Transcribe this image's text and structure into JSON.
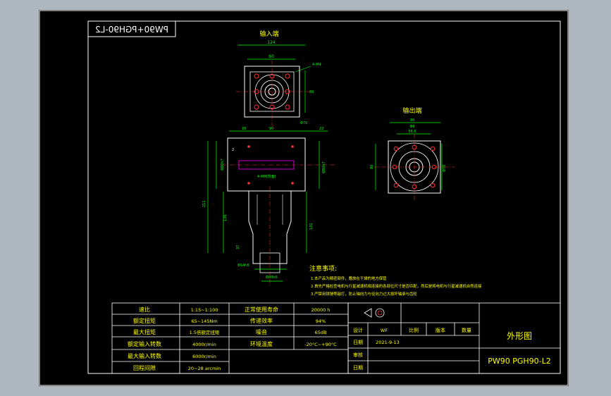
{
  "drawing": {
    "title_mirrored": "PW90+PGH90-L2",
    "view_input_label": "输入端",
    "view_output_label": "输出端",
    "dims": {
      "top_width": "124",
      "top_inner": "60",
      "holes": "4-M4",
      "side_80": "80",
      "pcd": "Φ70",
      "side_16": "16",
      "side_90": "90",
      "side_22": "22",
      "left_211": "211",
      "left_bore": "Φ80h7",
      "right_bore": "Φ80h7",
      "shaft_key": "4-M8(背面)",
      "h2": "2",
      "out_90": "90",
      "out_80": "80",
      "out_inner": "Φ8",
      "out_56": "56.6",
      "out_70": "Φ70",
      "l_136": "136",
      "l_37": "37",
      "bottom_d1": "Φ14h6",
      "bottom_d2": "Φ80h6",
      "r_131": "131"
    }
  },
  "notes": {
    "title": "注意事项:",
    "items": [
      "1.本产品为精密部件，應放在干燥的地方保管",
      "2.首先严格检查电机与行星减速机相连接的各部位尺寸是否匹配，然后是将电机与行星减速机自然连接",
      "3.严禁用铁锤等敲打，防止轴向力与径向力过大损坏轴承与齿轮"
    ]
  },
  "specs": {
    "rows": [
      [
        "速比",
        "1:15~1:100",
        "正常使用寿命",
        "20000 h"
      ],
      [
        "额定扭矩",
        "65~145Nm",
        "传递效率",
        "94%"
      ],
      [
        "最大扭矩",
        "1.5倍额定扭矩",
        "噪音",
        "65dB"
      ],
      [
        "额定输入转数",
        "4000r/min",
        "环境温度",
        "-20°C~+90°C"
      ],
      [
        "最大输入转数",
        "6000r/min",
        "",
        ""
      ],
      [
        "回程间隙",
        "20~28 arcmin",
        "",
        ""
      ]
    ]
  },
  "titleblock": {
    "designer_label": "设计",
    "designer": "WF",
    "scale_label": "比例",
    "version_label": "版本",
    "qty_label": "数量",
    "drawing_name": "外形图",
    "date_label": "日期",
    "date": "2021-9-13",
    "review_label": "审核",
    "date2_label": "日期",
    "model": "PW90 PGH90-L2"
  },
  "colors": {
    "background": "#000000",
    "line": "#ffffff",
    "dim": "#00ff00",
    "center": "#ff3030",
    "text_yellow": "#ffff00",
    "hidden": "#ff00ff"
  }
}
